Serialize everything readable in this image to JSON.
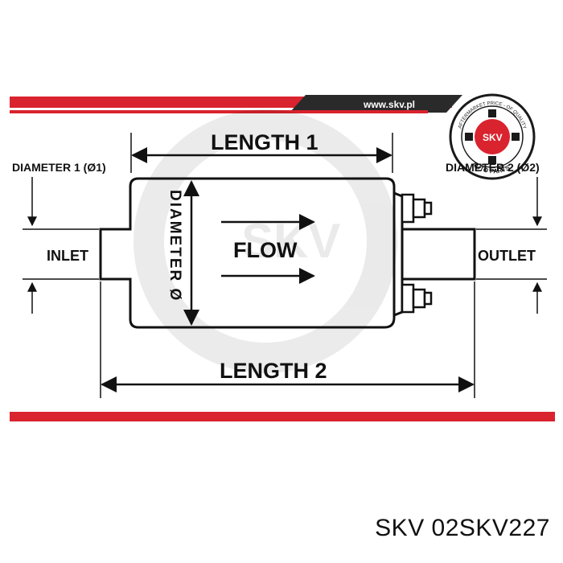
{
  "header": {
    "url": "www.skv.pl"
  },
  "logo": {
    "brand": "SKV",
    "arc_top": "AFTERMARKET PRICE - OF QUALITY",
    "arc_bottom": "AUTO PARTS"
  },
  "diagram": {
    "length1": "LENGTH 1",
    "length2": "LENGTH 2",
    "diameter1": "DIAMETER 1 (Ø1)",
    "diameter2": "DIAMETER 2 (Ø2)",
    "diameter_vertical": "DIAMETER Ø",
    "flow": "FLOW",
    "inlet": "INLET",
    "outlet": "OUTLET"
  },
  "caption": "SKV 02SKV227",
  "colors": {
    "stripe_red": "#d9232e",
    "stripe_dark": "#2a2a2a",
    "line": "#111111"
  }
}
